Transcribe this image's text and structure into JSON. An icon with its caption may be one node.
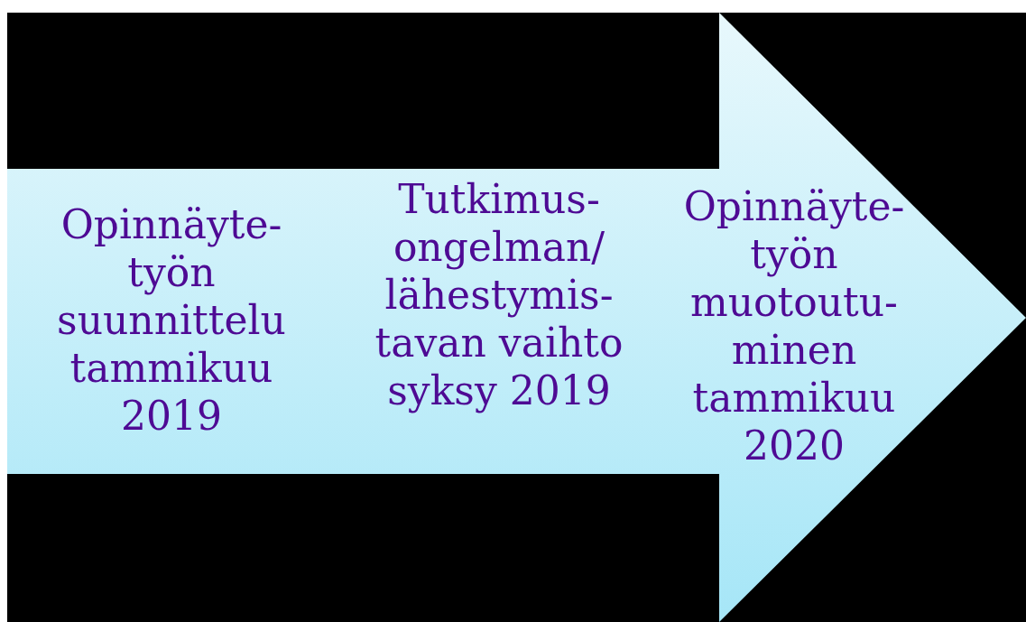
{
  "diagram": {
    "nodes": [
      {
        "text": [
          "Opinnäyte- työn suunnittelu tammikuu 2019",
          "Tutkimus- ongelman/ lähestymis- tavan vaihto syksy 2019",
          "Opinnäyte- työn muotoutu- minen tammikuu 2020"
        ]
      }
    ]
  }
}
